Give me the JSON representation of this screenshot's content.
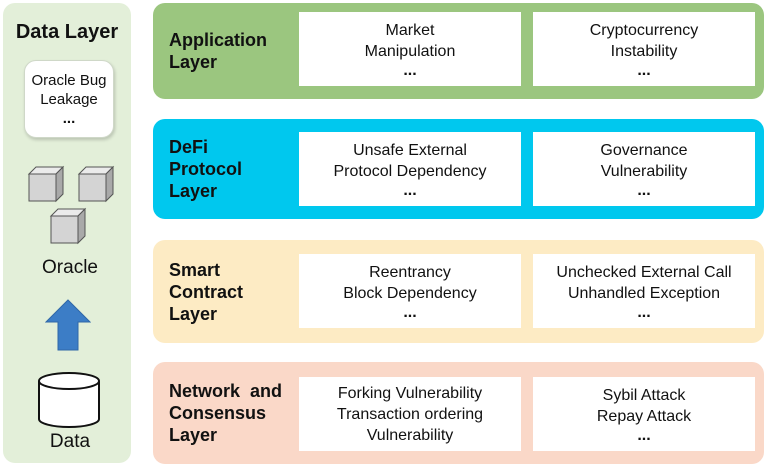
{
  "data_layer": {
    "title": "Data Layer",
    "oracle_bug": [
      "Oracle Bug",
      "Leakage",
      "..."
    ],
    "oracle_label": "Oracle",
    "data_label": "Data"
  },
  "layers": [
    {
      "name": [
        "Application",
        "Layer"
      ],
      "color": "#9bc67f",
      "cards": [
        {
          "lines": [
            "Market",
            "Manipulation"
          ],
          "dots": "..."
        },
        {
          "lines": [
            "Cryptocurrency",
            "Instability"
          ],
          "dots": "..."
        }
      ]
    },
    {
      "name": [
        "DeFi",
        "Protocol",
        "Layer"
      ],
      "color": "#00c8ee",
      "cards": [
        {
          "lines": [
            "Unsafe External",
            "Protocol Dependency"
          ],
          "dots": "..."
        },
        {
          "lines": [
            "Governance",
            "Vulnerability"
          ],
          "dots": "..."
        }
      ]
    },
    {
      "name": [
        "Smart",
        "Contract",
        "Layer"
      ],
      "color": "#fdebc4",
      "cards": [
        {
          "lines": [
            "Reentrancy",
            "Block Dependency"
          ],
          "dots": "..."
        },
        {
          "lines": [
            "Unchecked External Call",
            "Unhandled Exception"
          ],
          "dots": "..."
        }
      ]
    },
    {
      "name": [
        "Network  and",
        "Consensus",
        "Layer"
      ],
      "color": "#fad8c8",
      "cards": [
        {
          "lines": [
            "Forking Vulnerability",
            "Transaction ordering",
            "Vulnerability"
          ],
          "dots": ""
        },
        {
          "lines": [
            "Sybil Attack",
            "Repay Attack"
          ],
          "dots": "..."
        }
      ]
    }
  ],
  "colors": {
    "data_panel": "#e3efd9",
    "cube_fill": "#d4d4d4",
    "arrow": "#3c7dc6"
  }
}
